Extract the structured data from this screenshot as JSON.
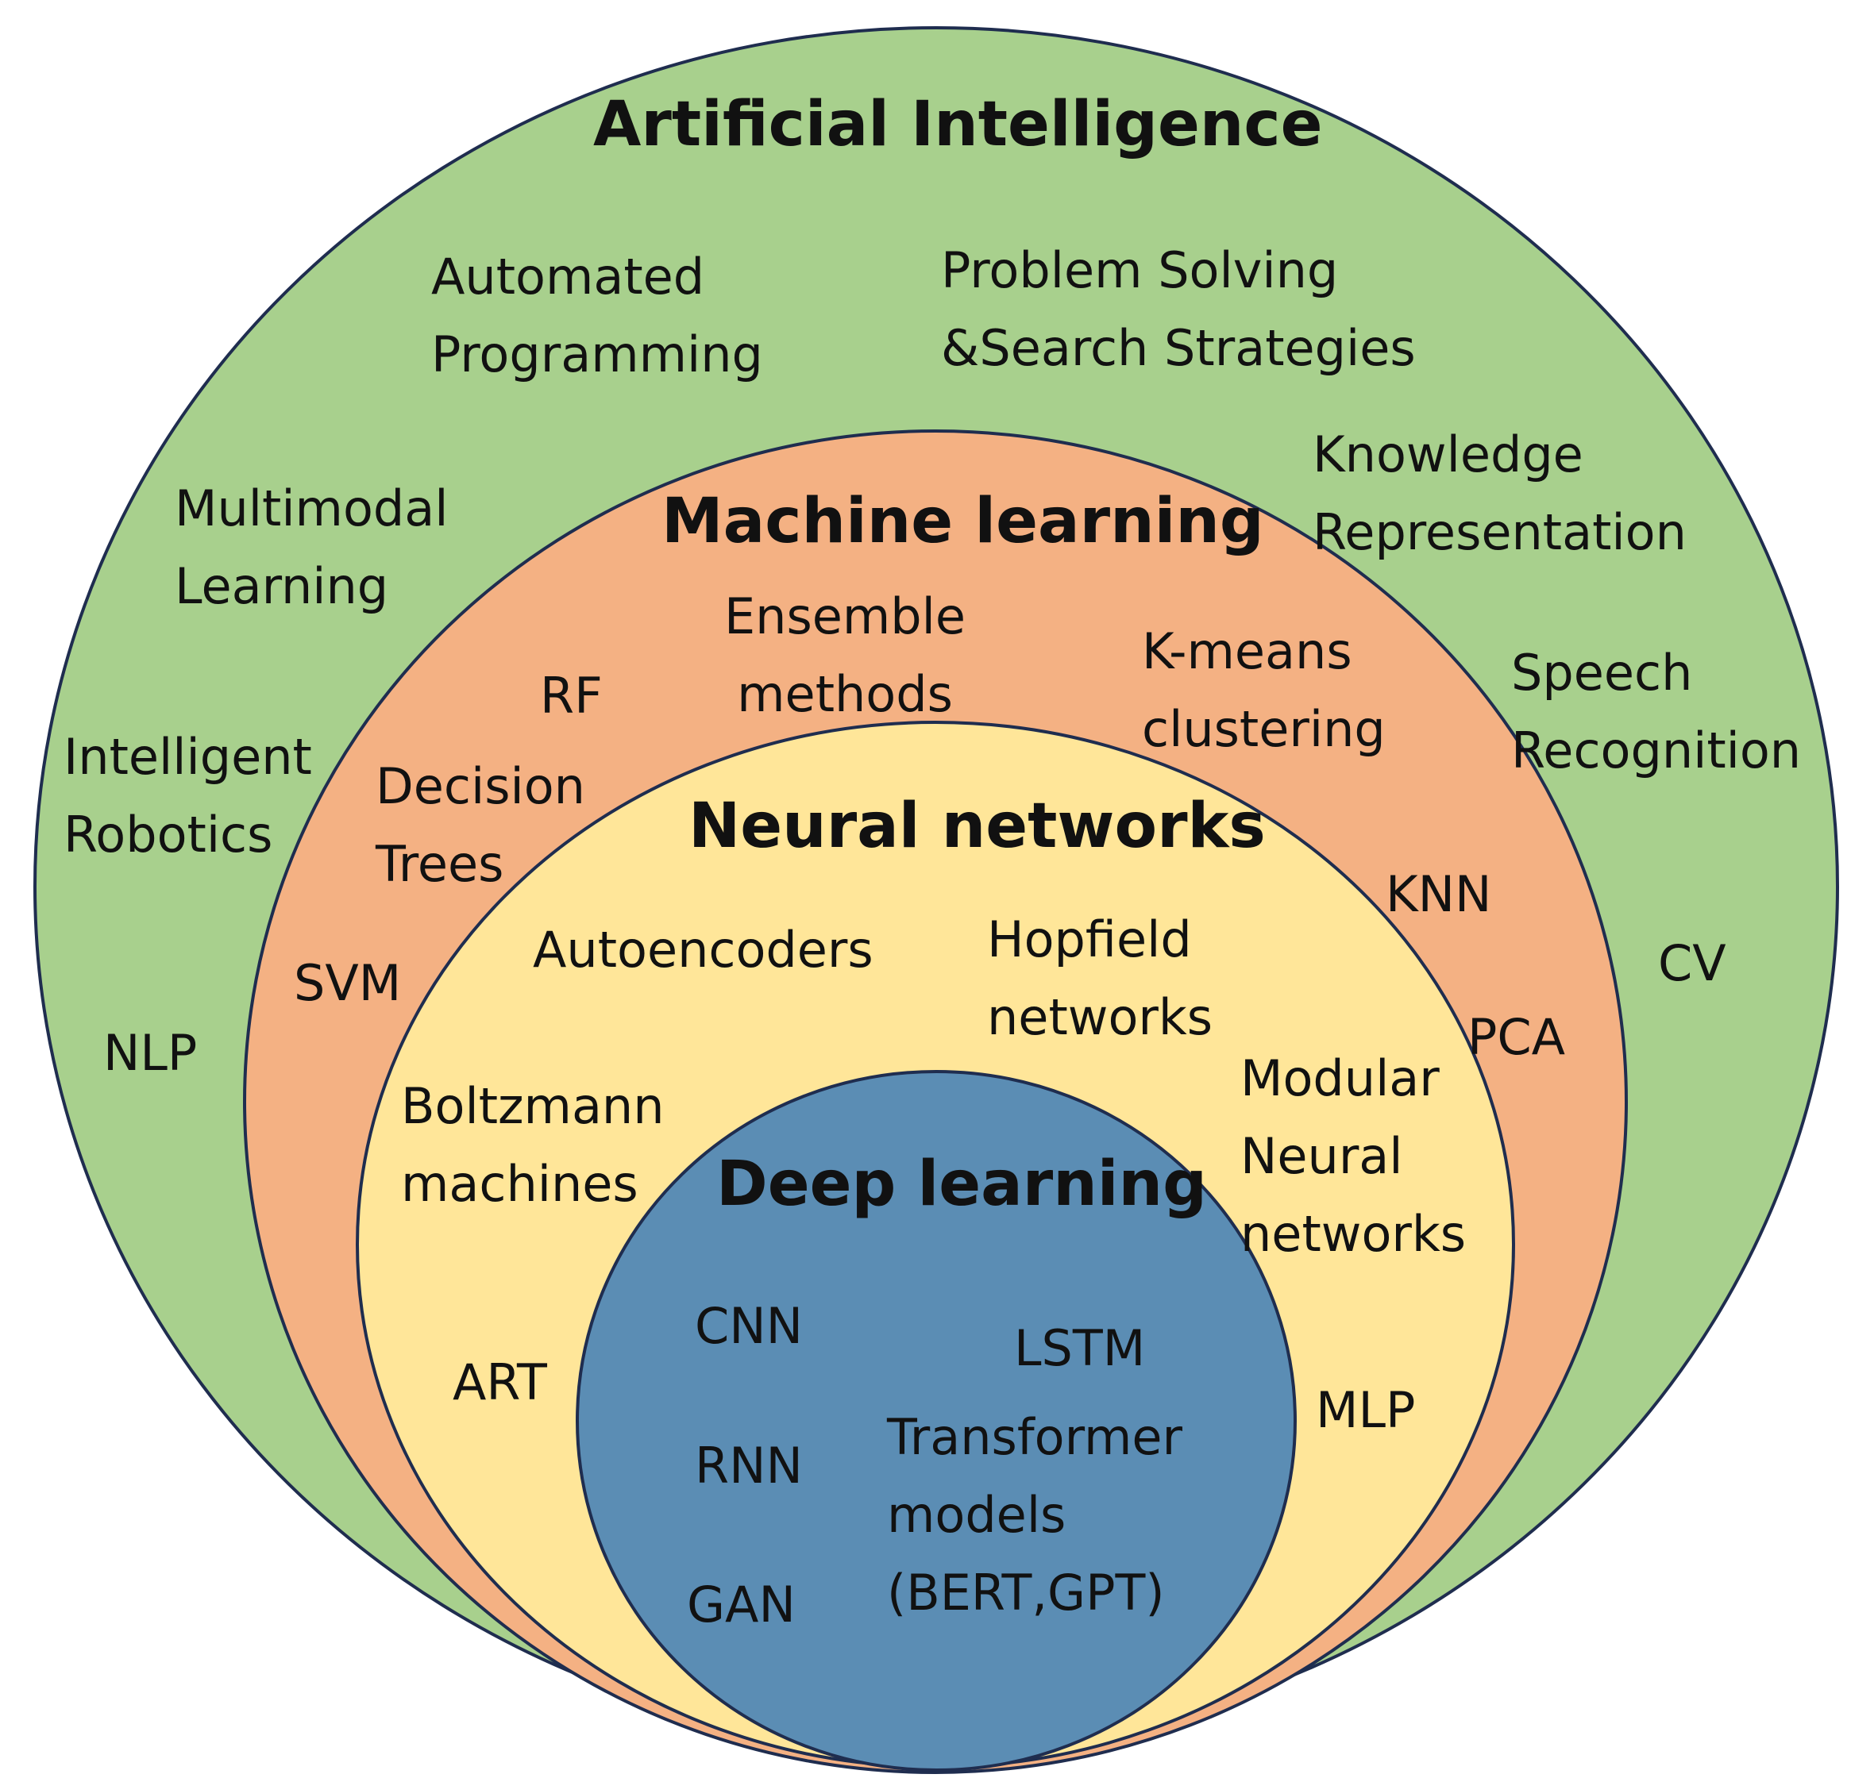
{
  "colors": {
    "ai": "#A8D08D",
    "ml": "#F4B183",
    "nn": "#FFE699",
    "dl": "#5B8DB4",
    "stroke": "#1F2D4F"
  },
  "regions": {
    "ai": {
      "title": "Artificial Intelligence",
      "items": [
        [
          "Automated",
          "Programming"
        ],
        [
          "Problem Solving",
          "&Search Strategies"
        ],
        [
          "Multimodal",
          "Learning"
        ],
        [
          "Knowledge",
          "Representation"
        ],
        [
          "Intelligent",
          "Robotics"
        ],
        [
          "Speech",
          "Recognition"
        ],
        [
          "NLP"
        ],
        [
          "CV"
        ]
      ]
    },
    "ml": {
      "title": "Machine learning",
      "items": [
        [
          "Ensemble",
          "methods"
        ],
        [
          "RF"
        ],
        [
          "K-means",
          "clustering"
        ],
        [
          "Decision",
          "Trees"
        ],
        [
          "KNN"
        ],
        [
          "SVM"
        ],
        [
          "PCA"
        ]
      ]
    },
    "nn": {
      "title": "Neural networks",
      "items": [
        [
          "Autoencoders"
        ],
        [
          "Hopfield",
          "networks"
        ],
        [
          "Boltzmann",
          "machines"
        ],
        [
          "Modular",
          "Neural",
          "networks"
        ],
        [
          "ART"
        ],
        [
          "MLP"
        ]
      ]
    },
    "dl": {
      "title": "Deep learning",
      "items": [
        [
          "CNN"
        ],
        [
          "LSTM"
        ],
        [
          "RNN"
        ],
        [
          "Transformer",
          "models",
          "(BERT,GPT)"
        ],
        [
          "GAN"
        ]
      ]
    }
  }
}
